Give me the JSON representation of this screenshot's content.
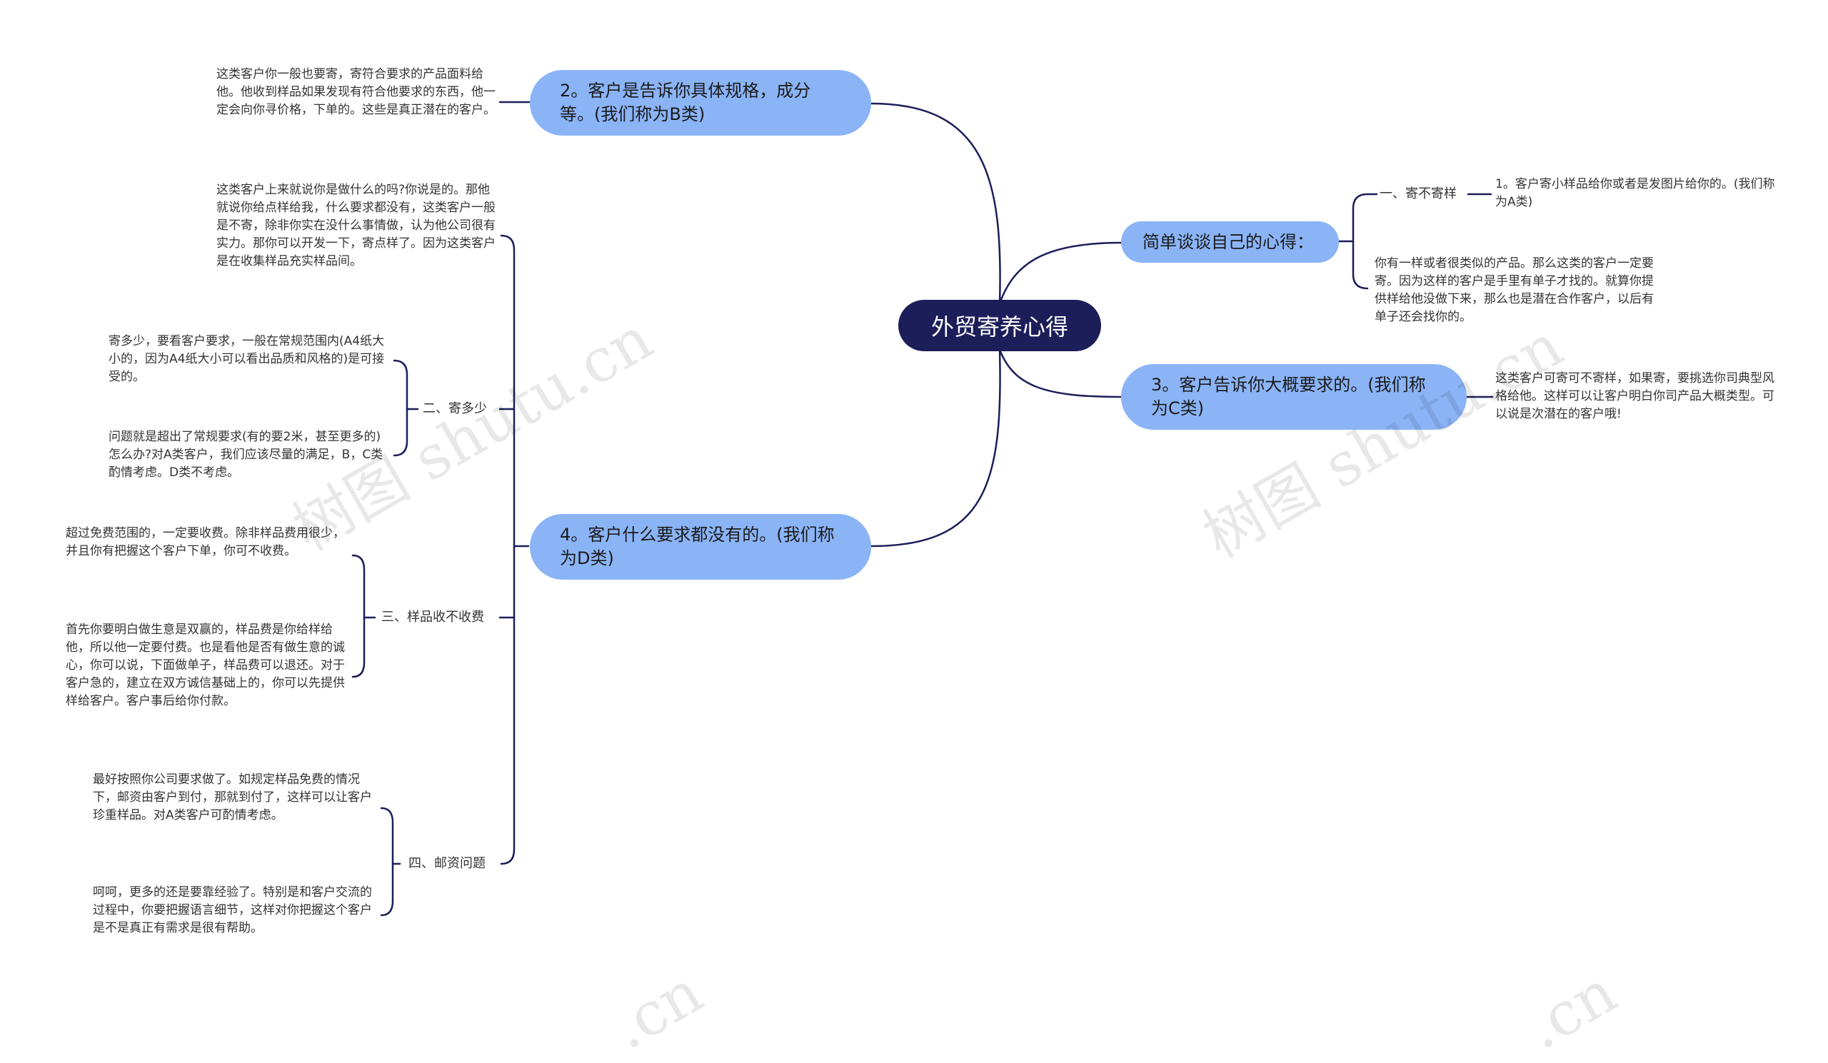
{
  "root": {
    "label": "外贸寄养心得"
  },
  "branches": {
    "b": {
      "label": "2。客户是告诉你具体规格，成分等。(我们称为B类)",
      "detail": "这类客户你一般也要寄，寄符合要求的产品面料给他。他收到样品如果发现有符合他要求的东西，他一定会向你寻价格，下单的。这些是真正潜在的客户。"
    },
    "xinde": {
      "label": "简单谈谈自己的心得：",
      "sub1": {
        "label": "一、寄不寄样",
        "item1": "1。客户寄小样品给你或者是发图片给你的。(我们称为A类)",
        "item2": "你有一样或者很类似的产品。那么这类的客户一定要寄。因为这样的客户是手里有单子才找的。就算你提供样给他没做下来，那么也是潜在合作客户，以后有单子还会找你的。"
      }
    },
    "c": {
      "label": "3。客户告诉你大概要求的。(我们称为C类)",
      "detail": "这类客户可寄可不寄样，如果寄，要挑选你司典型风格给他。这样可以让客户明白你司产品大概类型。可以说是次潜在的客户哦!"
    },
    "d": {
      "label": "4。客户什么要求都没有的。(我们称为D类)",
      "detail": "这类客户上来就说你是做什么的吗?你说是的。那他就说你给点样给我，什么要求都没有，这类客户一般是不寄，除非你实在没什么事情做，认为他公司很有实力。那你可以开发一下，寄点样了。因为这类客户是在收集样品充实样品间。",
      "sub2": {
        "label": "二、寄多少",
        "item1": "寄多少，要看客户要求，一般在常规范围内(A4纸大小的，因为A4纸大小可以看出品质和风格的)是可接受的。",
        "item2": "问题就是超出了常规要求(有的要2米，甚至更多的)怎么办?对A类客户，我们应该尽量的满足，B，C类酌情考虑。D类不考虑。"
      },
      "sub3": {
        "label": "三、样品收不收费",
        "item1": "超过免费范围的，一定要收费。除非样品费用很少，并且你有把握这个客户下单，你可不收费。",
        "item2": "首先你要明白做生意是双赢的，样品费是你给样给他，所以他一定要付费。也是看他是否有做生意的诚心，你可以说，下面做单子，样品费可以退还。对于客户急的，建立在双方诚信基础上的，你可以先提供样给客户。客户事后给你付款。"
      },
      "sub4": {
        "label": "四、邮资问题",
        "item1": "最好按照你公司要求做了。如规定样品免费的情况下，邮资由客户到付，那就到付了，这样可以让客户珍重样品。对A类客户可酌情考虑。",
        "item2": "呵呵，更多的还是要靠经验了。特别是和客户交流的过程中，你要把握语言细节，这样对你把握这个客户是不是真正有需求是很有帮助。"
      }
    }
  },
  "watermark": {
    "text": "树图 shutu.cn",
    "fragment": ".cn"
  },
  "colors": {
    "root": "#1c1e5a",
    "branch": "#8bb4f7",
    "line": "#1c1e5a"
  }
}
